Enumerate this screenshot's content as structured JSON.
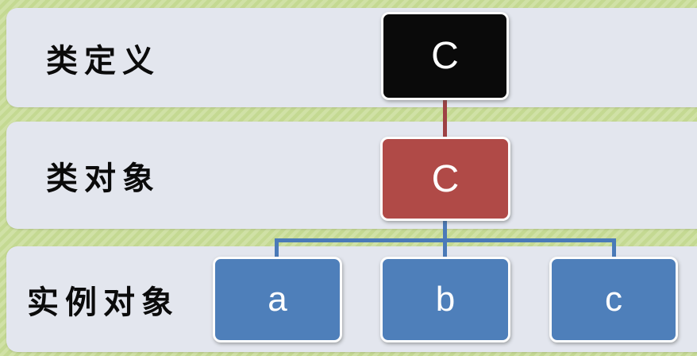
{
  "rows": [
    {
      "label": "类定义",
      "node": {
        "text": "C"
      }
    },
    {
      "label": "类对象",
      "node": {
        "text": "C"
      }
    },
    {
      "label": "实例对象",
      "nodes": [
        {
          "text": "a"
        },
        {
          "text": "b"
        },
        {
          "text": "c"
        }
      ]
    }
  ],
  "colors": {
    "background_stripe_light": "#d0e1a6",
    "background_stripe_dark": "#c4d992",
    "band_fill": "#e3e6ee",
    "class_definition_node": "#0a0a0a",
    "class_object_node": "#b04a47",
    "instance_node": "#4e7fba",
    "connector_red": "#9e4144",
    "connector_blue": "#4a7ab8",
    "node_text": "#ffffff",
    "label_text": "#0b0b0b"
  }
}
